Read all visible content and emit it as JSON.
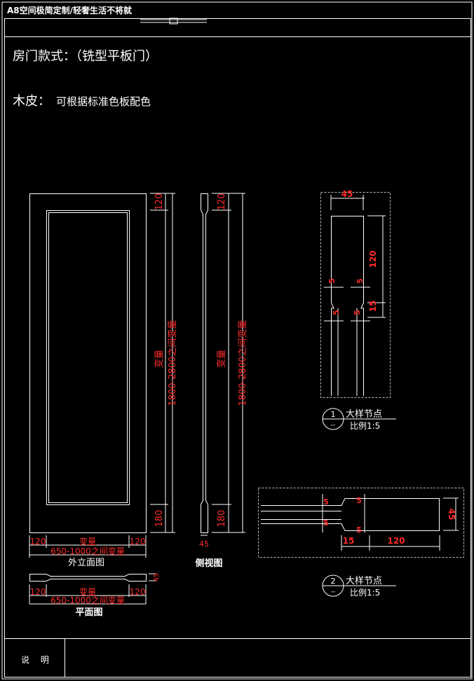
{
  "header": {
    "title": "A8空间极简定制/轻奢生活不将就"
  },
  "door_style": {
    "label": "房门款式：",
    "value": "（铣型平板门）"
  },
  "veneer": {
    "label": "木皮：",
    "value": "可根据标准色板配色"
  },
  "notes": {
    "label": "说  明"
  },
  "colors": {
    "dim": "#ff2a2a",
    "line": "#ffffff",
    "background": "#000000"
  },
  "elevation": {
    "caption": "外立面图",
    "dim_top": "120",
    "dim_bottom": "180",
    "dim_var": "变量",
    "dim_height": "1800-2800之间变量",
    "dim_left": "120",
    "dim_mid": "变量",
    "dim_right": "120",
    "dim_width": "650-1000之间变量"
  },
  "side": {
    "caption": "侧视图",
    "dim_top": "120",
    "dim_bottom": "180",
    "dim_var": "变量",
    "dim_height": "1800-2800之间变量",
    "dim_thickness": "45"
  },
  "plan": {
    "caption": "平面图",
    "dim_left": "120",
    "dim_mid": "变量",
    "dim_right": "120",
    "dim_width": "650-1000之间变量",
    "dim_thickness": "45"
  },
  "detail1": {
    "number": "1",
    "title": "大样节点",
    "scale": "比例1:5",
    "dim_width": "45",
    "dim_height": "120",
    "dim_step": "15",
    "dim_5a": "5",
    "dim_5b": "5",
    "dim_5c": "5",
    "dim_5d": "5"
  },
  "detail2": {
    "number": "2",
    "title": "大样节点",
    "scale": "比例1:5",
    "dim_step": "15",
    "dim_length": "120",
    "dim_thickness": "45",
    "dim_5a": "5",
    "dim_5b": "5",
    "dim_5c": "5",
    "dim_5d": "5"
  }
}
